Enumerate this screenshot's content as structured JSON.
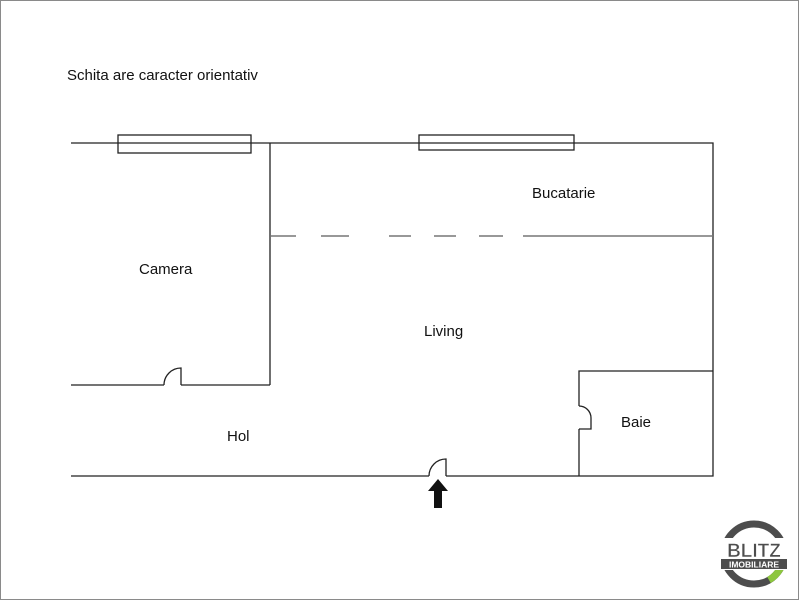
{
  "note": "Schita are caracter orientativ",
  "rooms": {
    "camera": "Camera",
    "bucatarie": "Bucatarie",
    "living": "Living",
    "hol": "Hol",
    "baie": "Baie"
  },
  "logo": {
    "brand": "BLITZ",
    "sub": "IMOBILIARE",
    "accent": "#8dc63f",
    "ring": "#4d4d4d"
  }
}
